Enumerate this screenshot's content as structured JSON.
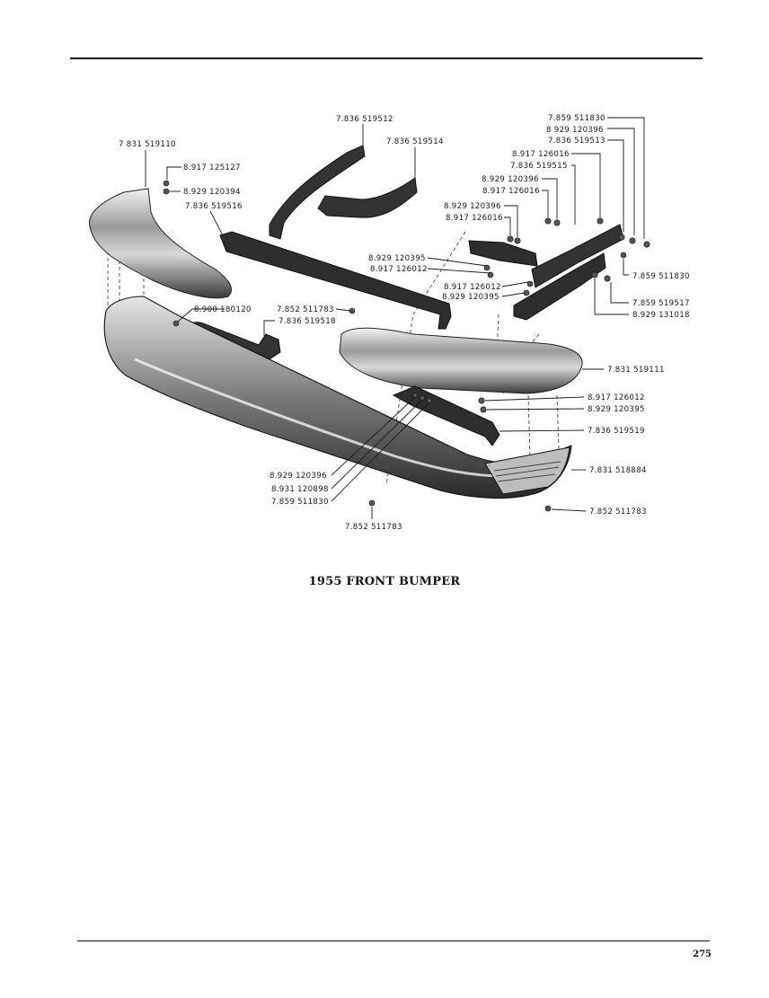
{
  "caption": "1955 FRONT BUMPER",
  "page_number": "275",
  "callouts": [
    "7.836 519512",
    "7.836 519514",
    "7 831 519110",
    "8.917 125127",
    "8.929 120394",
    "7.836 519516",
    "7.859 511830",
    "8 929 120396",
    "7.836 519513",
    "8.917 126016",
    "7.836 519515",
    "8.929 120396",
    "8.917 126016",
    "8.929 120396",
    "8.917 126016",
    "8.929 120395",
    "8.917 126012",
    "8.917 126012",
    "8.929 120395",
    "7.859 511830",
    "7.859 519517",
    "8.929 131018",
    "8.900 180120",
    "7.852 511783",
    "7.836 519518",
    "7.831 519111",
    "8.917 126012",
    "8.929 120395",
    "7.836 519519",
    "8.929 120396",
    "8.931 120898",
    "7.859 511830",
    "7.831 518884",
    "7.852 511783",
    "7.852 511783"
  ]
}
